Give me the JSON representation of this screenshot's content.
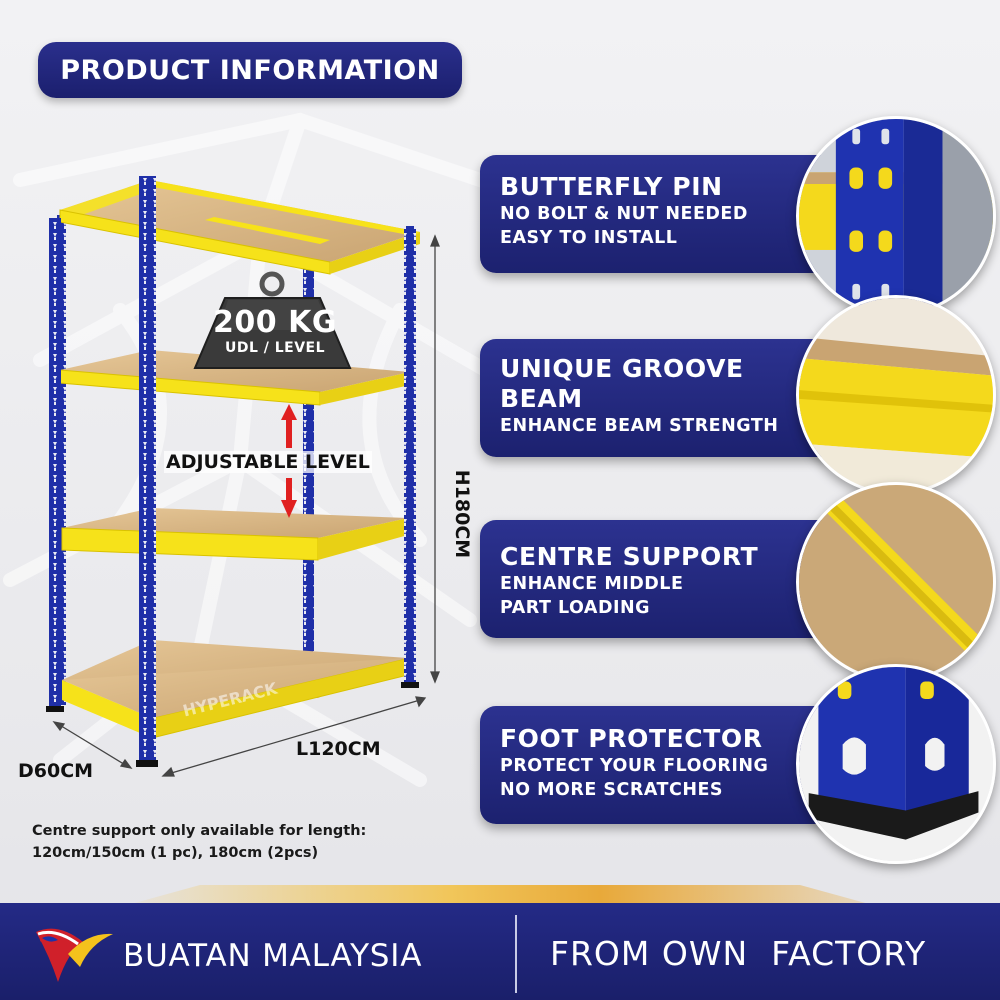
{
  "title": "PRODUCT INFORMATION",
  "load": {
    "value": "200 KG",
    "sub": "UDL / LEVEL"
  },
  "adjustable_label": "ADJUSTABLE LEVEL",
  "dimensions": {
    "height": "H180CM",
    "depth": "D60CM",
    "length": "L120CM"
  },
  "brand_watermark": "HYPERACK",
  "note": {
    "line1": "Centre support only available for length:",
    "line2": "120cm/150cm (1 pc), 180cm (2pcs)"
  },
  "features": [
    {
      "title": "BUTTERFLY PIN",
      "lines": [
        "NO BOLT & NUT NEEDED",
        "EASY TO INSTALL"
      ]
    },
    {
      "title_line1": "UNIQUE GROOVE",
      "title_line2": "BEAM",
      "lines": [
        "ENHANCE BEAM STRENGTH"
      ]
    },
    {
      "title": "CENTRE SUPPORT",
      "lines": [
        "ENHANCE MIDDLE",
        "PART LOADING"
      ]
    },
    {
      "title": "FOOT PROTECTOR",
      "lines": [
        "PROTECT YOUR FLOORING",
        "NO MORE SCRATCHES"
      ]
    }
  ],
  "banner": {
    "left": "BUATAN MALAYSIA",
    "right": "FROM OWN  FACTORY"
  },
  "colors": {
    "navy": "#1c216f",
    "yellow": "#f7e21a",
    "upright_blue": "#1f2fa8",
    "board": "#d9b88a"
  }
}
